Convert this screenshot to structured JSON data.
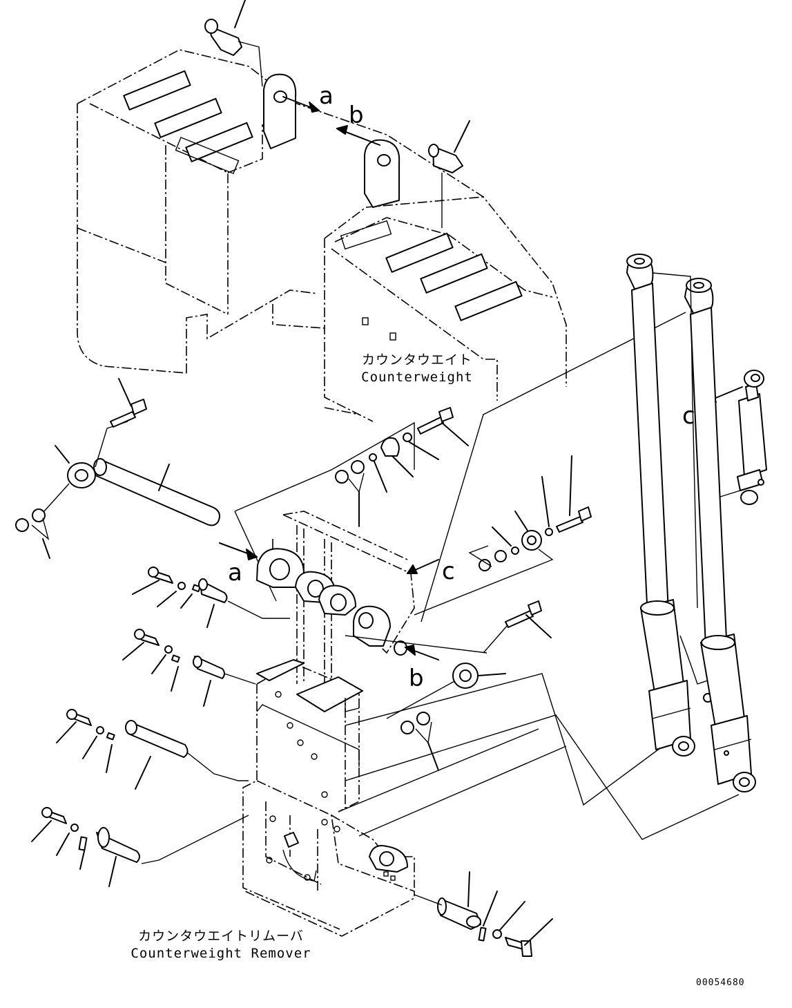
{
  "labels": {
    "counterweight_jp": "カウンタウエイト",
    "counterweight_en": "Counterweight",
    "remover_jp": "カウンタウエイトリムーバ",
    "remover_en": "Counterweight Remover"
  },
  "arrow_labels": {
    "a_top": "a",
    "b_top": "b",
    "c_right": "c",
    "a_mid": "a",
    "c_mid": "c",
    "b_mid": "b"
  },
  "drawing_number": "00054680"
}
